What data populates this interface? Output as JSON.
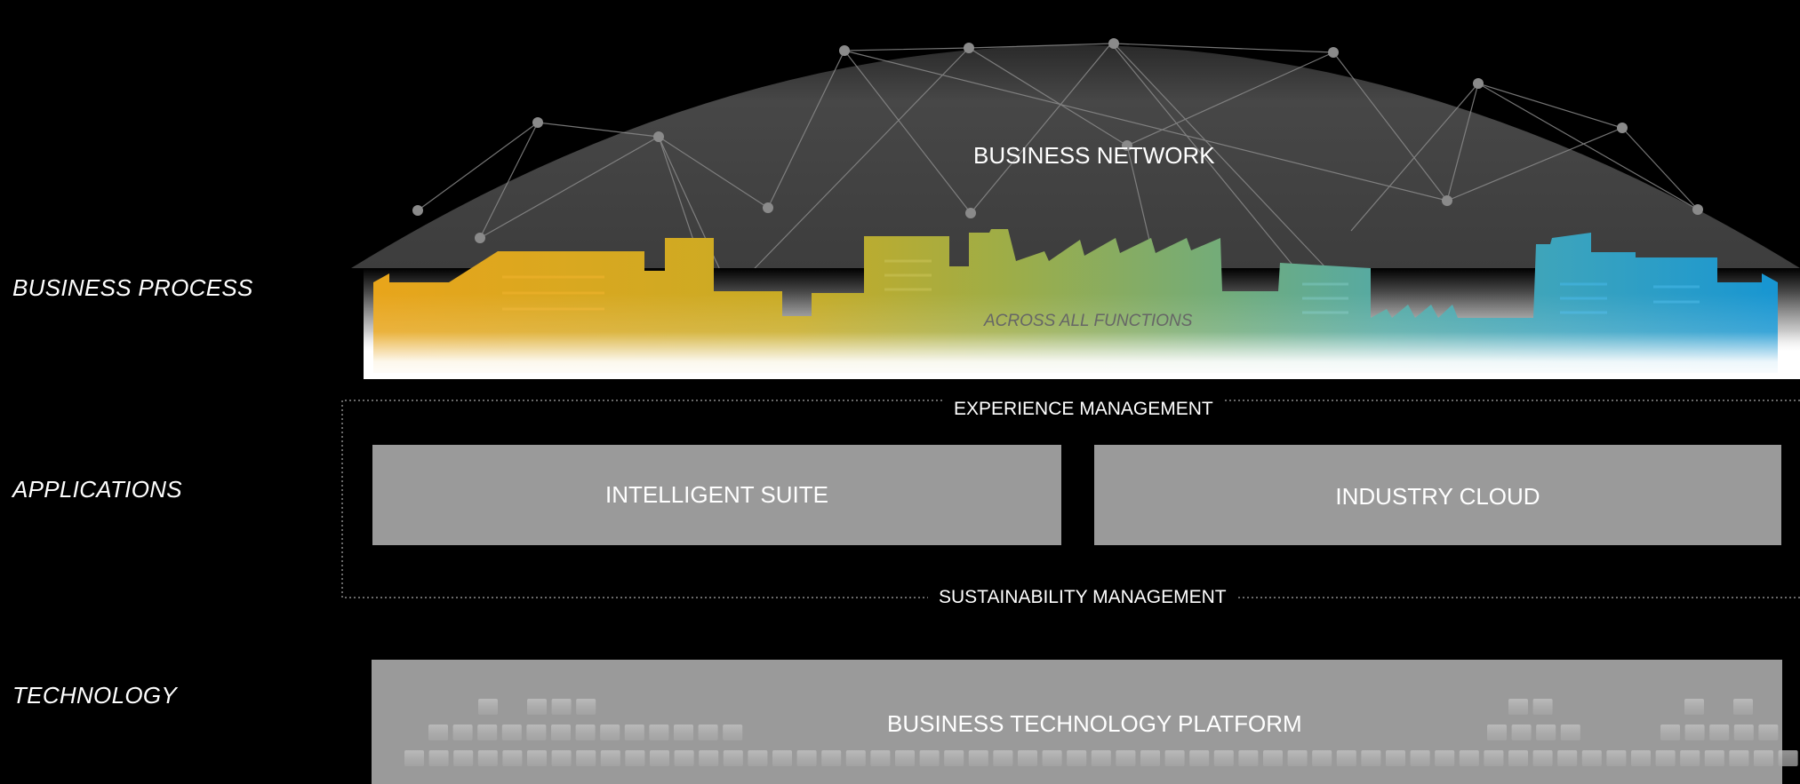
{
  "layers": {
    "business_process": "BUSINESS PROCESS",
    "applications": "APPLICATIONS",
    "technology": "TECHNOLOGY"
  },
  "network": {
    "title": "BUSINESS NETWORK",
    "subtitle": "ACROSS ALL FUNCTIONS"
  },
  "applications": {
    "top_frame": "EXPERIENCE MANAGEMENT",
    "bottom_frame": "SUSTAINABILITY MANAGEMENT",
    "suite": "INTELLIGENT SUITE",
    "cloud": "INDUSTRY CLOUD"
  },
  "technology": {
    "platform": "BUSINESS TECHNOLOGY PLATFORM"
  },
  "colors": {
    "background": "#000000",
    "dome": "#484848",
    "box": "#9a9a9a",
    "skyline": [
      "#e8a51b",
      "#b6ac2a",
      "#77ab6c",
      "#52aaa6",
      "#1e96d0"
    ]
  }
}
